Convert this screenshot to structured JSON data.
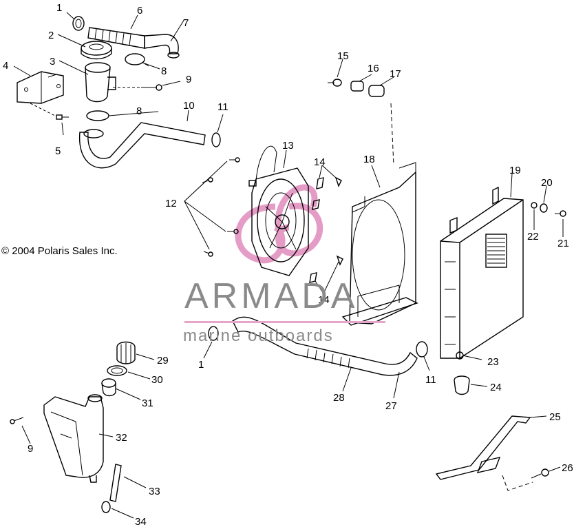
{
  "copyright": "© 2004 Polaris Sales Inc.",
  "watermark": {
    "brand": "ARMADA",
    "tagline": "marine outboards",
    "logo_color": "#e08bbd"
  },
  "callouts": {
    "c1a": "1",
    "c1b": "1",
    "c2": "2",
    "c3": "3",
    "c4": "4",
    "c5": "5",
    "c6": "6",
    "c7": "7",
    "c8a": "8",
    "c8b": "8",
    "c9a": "9",
    "c9b": "9",
    "c10": "10",
    "c11a": "11",
    "c11b": "11",
    "c12": "12",
    "c13": "13",
    "c14a": "14",
    "c14b": "14",
    "c15": "15",
    "c16": "16",
    "c17": "17",
    "c18": "18",
    "c19": "19",
    "c20": "20",
    "c21": "21",
    "c22": "22",
    "c23": "23",
    "c24": "24",
    "c25": "25",
    "c26": "26",
    "c27": "27",
    "c28": "28",
    "c29": "29",
    "c30": "30",
    "c31": "31",
    "c32": "32",
    "c33": "33",
    "c34": "34"
  }
}
